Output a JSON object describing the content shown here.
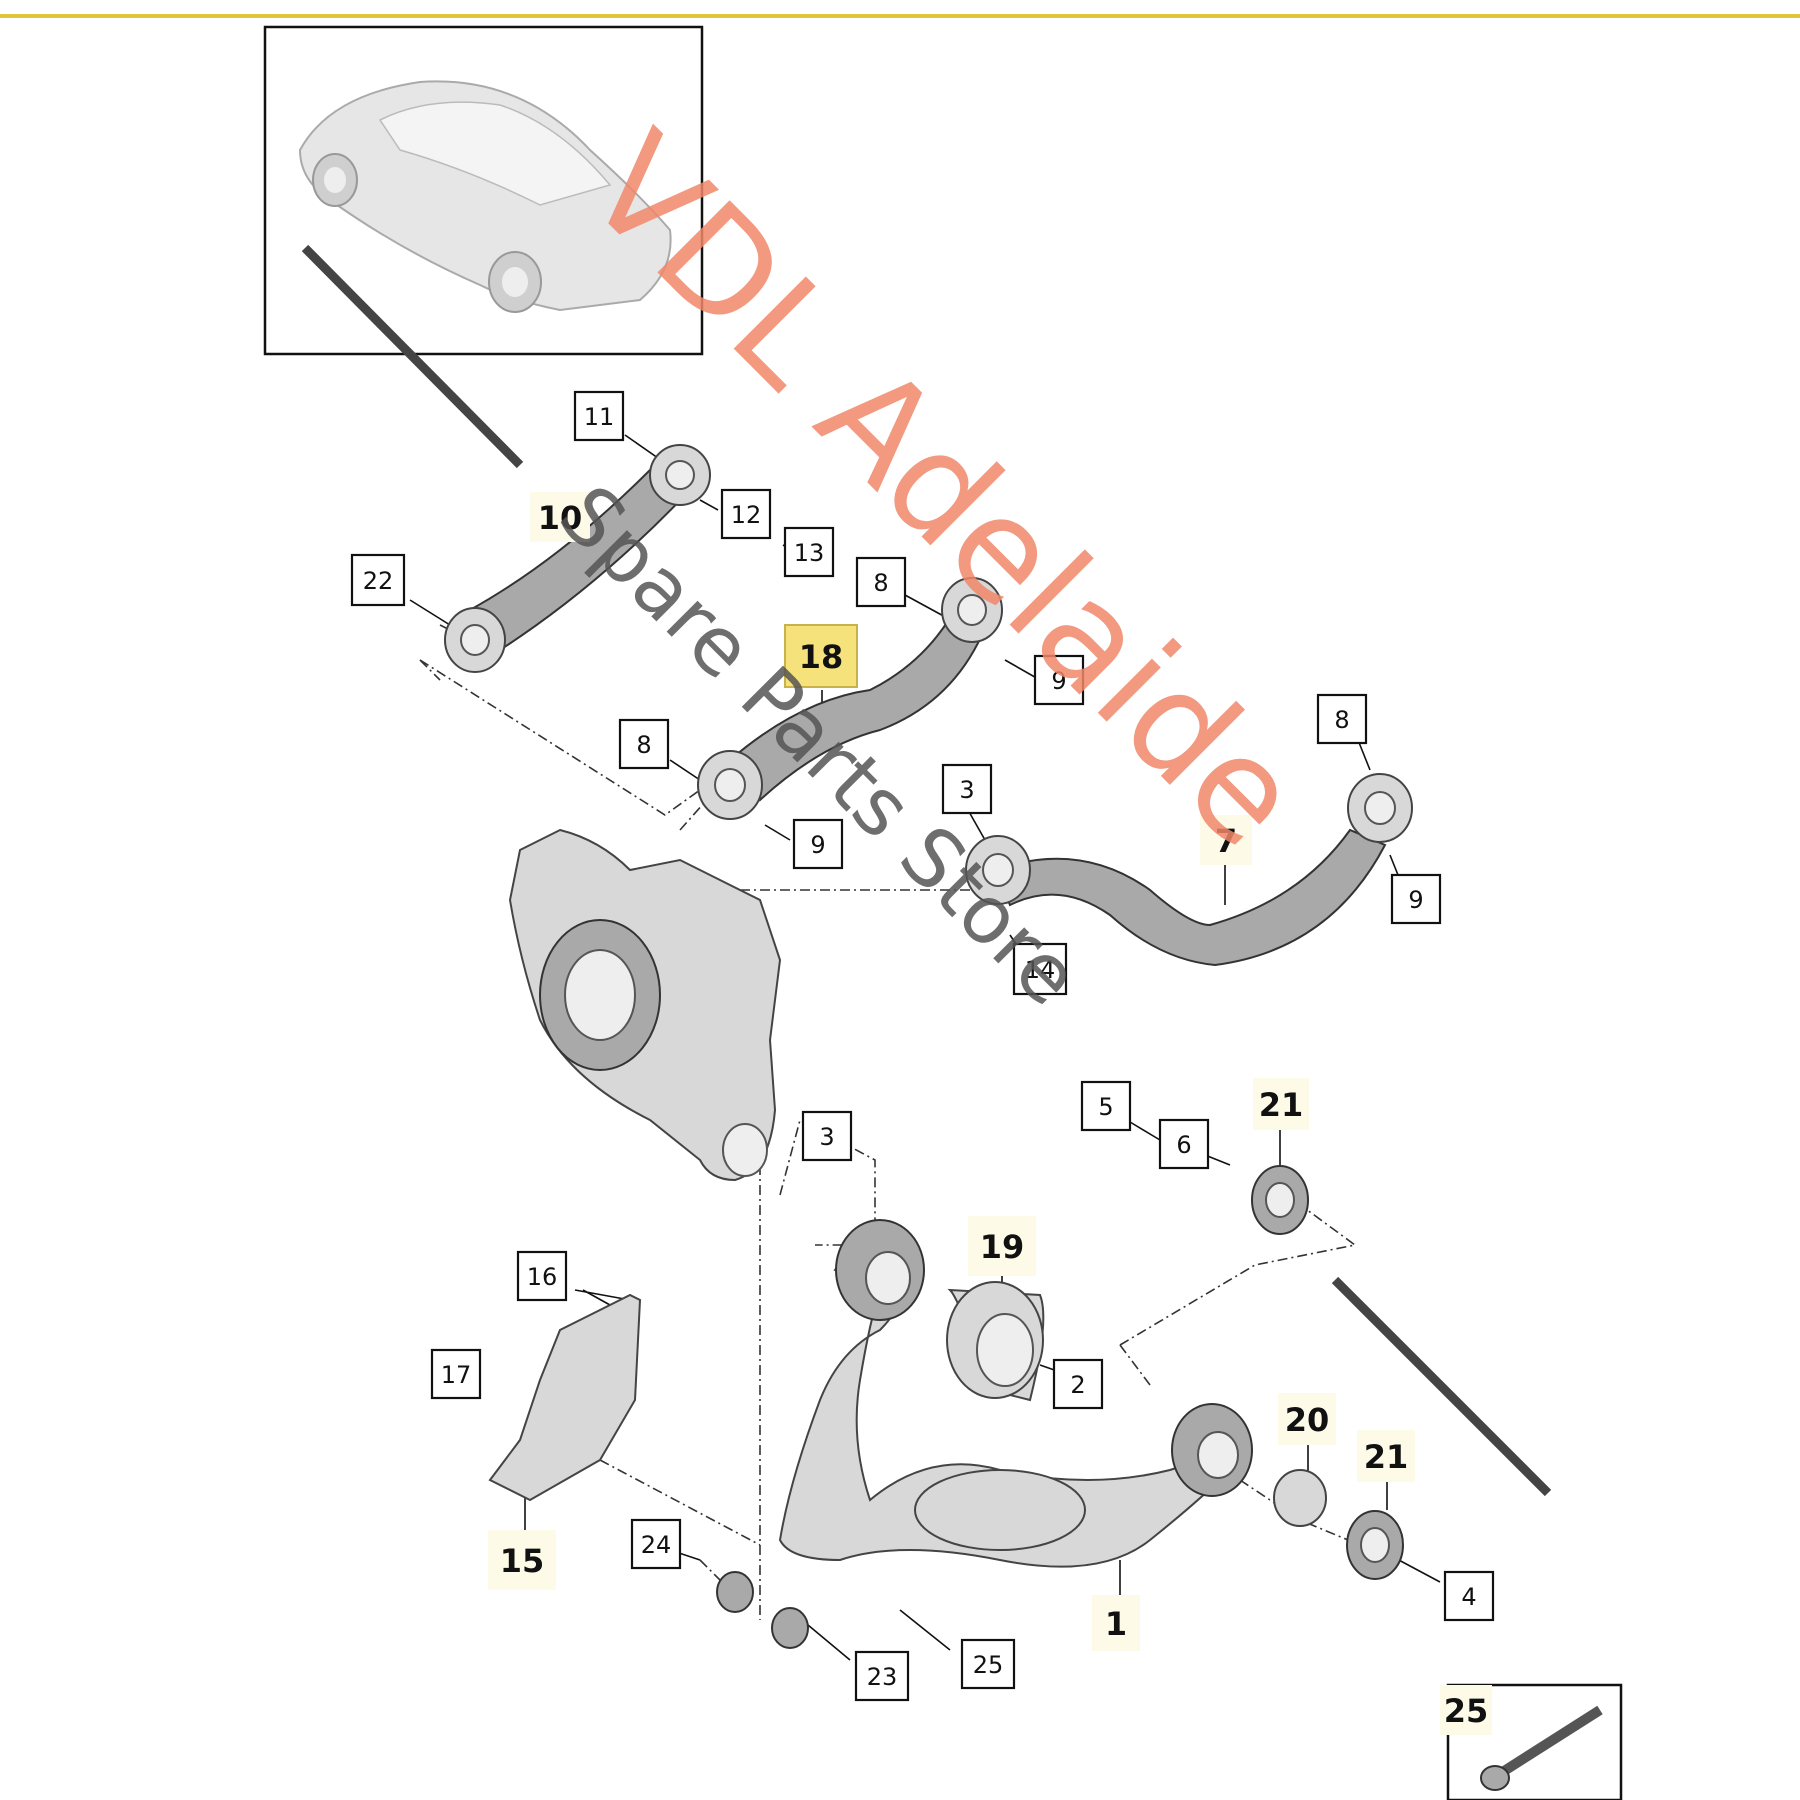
{
  "diagram": {
    "colors": {
      "top_rule": "#e3c33a",
      "watermark_main": "#f0876a",
      "watermark_sub": "#555555",
      "highlight": "#f6e27a"
    },
    "watermark": {
      "main": "VDL Adelaide",
      "sub": "Spare Parts Store"
    },
    "thumbnail_box": {
      "icon": "car-icon"
    },
    "callouts": [
      {
        "id": "c11",
        "label": "11"
      },
      {
        "id": "c10",
        "label": "10"
      },
      {
        "id": "c12",
        "label": "12"
      },
      {
        "id": "c13",
        "label": "13"
      },
      {
        "id": "c22",
        "label": "22"
      },
      {
        "id": "c8a",
        "label": "8"
      },
      {
        "id": "c18",
        "label": "18"
      },
      {
        "id": "c9a",
        "label": "9"
      },
      {
        "id": "c8b",
        "label": "8"
      },
      {
        "id": "c8c",
        "label": "8"
      },
      {
        "id": "c3a",
        "label": "3"
      },
      {
        "id": "c9b",
        "label": "9"
      },
      {
        "id": "c7",
        "label": "7"
      },
      {
        "id": "c9c",
        "label": "9"
      },
      {
        "id": "c14",
        "label": "14"
      },
      {
        "id": "c5",
        "label": "5"
      },
      {
        "id": "c6",
        "label": "6"
      },
      {
        "id": "c21a",
        "label": "21"
      },
      {
        "id": "c3b",
        "label": "3"
      },
      {
        "id": "c19",
        "label": "19"
      },
      {
        "id": "c16",
        "label": "16"
      },
      {
        "id": "c17",
        "label": "17"
      },
      {
        "id": "c2",
        "label": "2"
      },
      {
        "id": "c20",
        "label": "20"
      },
      {
        "id": "c21b",
        "label": "21"
      },
      {
        "id": "c15",
        "label": "15"
      },
      {
        "id": "c24",
        "label": "24"
      },
      {
        "id": "c4",
        "label": "4"
      },
      {
        "id": "c1",
        "label": "1"
      },
      {
        "id": "c23",
        "label": "23"
      },
      {
        "id": "c25a",
        "label": "25"
      },
      {
        "id": "c25b",
        "label": "25"
      }
    ]
  }
}
